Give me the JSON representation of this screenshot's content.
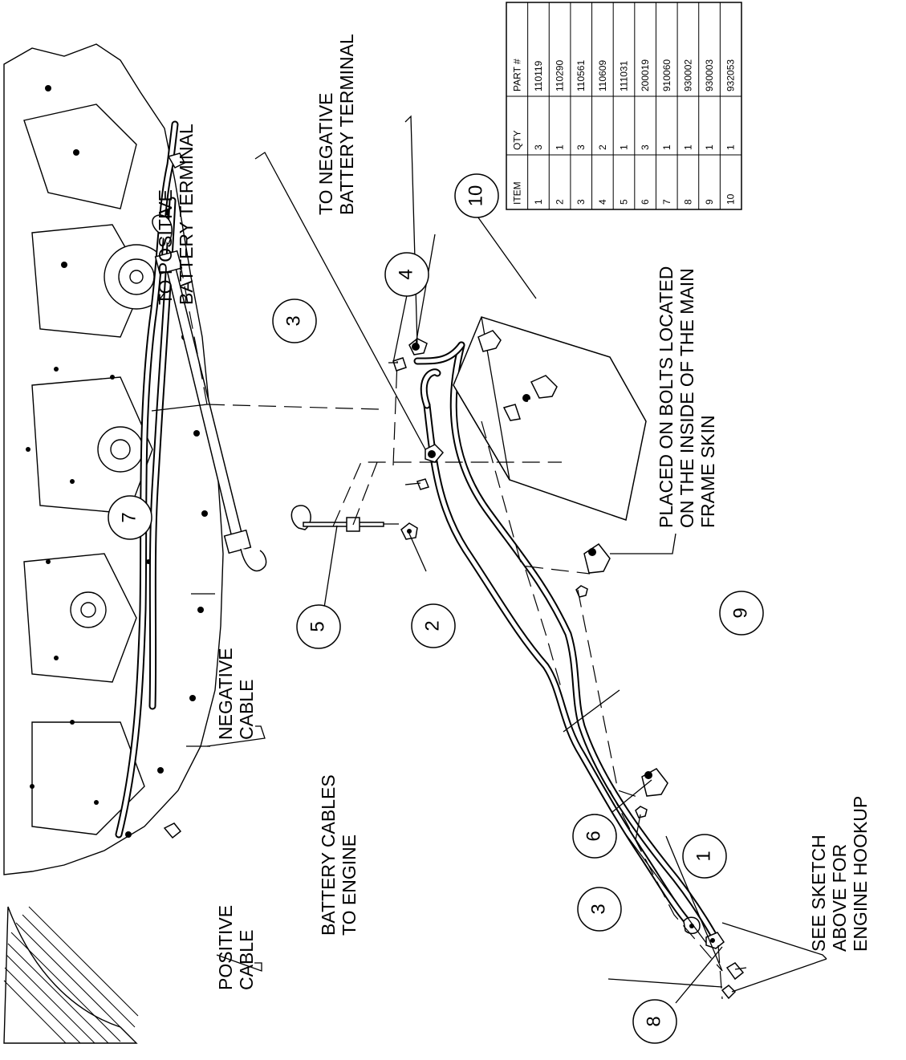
{
  "labels": {
    "to_positive_1": "TO POSITIVE",
    "to_positive_2": "BATTERY TERMINAL",
    "to_negative_1": "TO NEGATIVE",
    "to_negative_2": "BATTERY TERMINAL",
    "placed_1": "PLACED ON BOLTS LOCATED",
    "placed_2": "ON THE INSIDE OF THE MAIN",
    "placed_3": "FRAME SKIN",
    "see_1": "SEE SKETCH",
    "see_2": "ABOVE FOR",
    "see_3": "ENGINE HOOKUP",
    "negative_1": "NEGATIVE",
    "negative_2": "CABLE",
    "positive_1": "POSITIVE",
    "positive_2": "CABLE",
    "battery_1": "BATTERY CABLES",
    "battery_2": "TO ENGINE"
  },
  "callouts": {
    "c1": "1",
    "c2": "2",
    "c3a": "3",
    "c3b": "3",
    "c4": "4",
    "c5": "5",
    "c6": "6",
    "c7": "7",
    "c8": "8",
    "c9": "9",
    "c10": "10"
  },
  "parts_table": {
    "headers": [
      "ITEM",
      "QTY",
      "PART #"
    ],
    "rows": [
      [
        "1",
        "3",
        "110119"
      ],
      [
        "2",
        "1",
        "110290"
      ],
      [
        "3",
        "3",
        "110561"
      ],
      [
        "4",
        "2",
        "110609"
      ],
      [
        "5",
        "1",
        "111031"
      ],
      [
        "6",
        "3",
        "200019"
      ],
      [
        "7",
        "1",
        "910060"
      ],
      [
        "8",
        "1",
        "930002"
      ],
      [
        "9",
        "1",
        "930003"
      ],
      [
        "10",
        "1",
        "932053"
      ]
    ]
  }
}
